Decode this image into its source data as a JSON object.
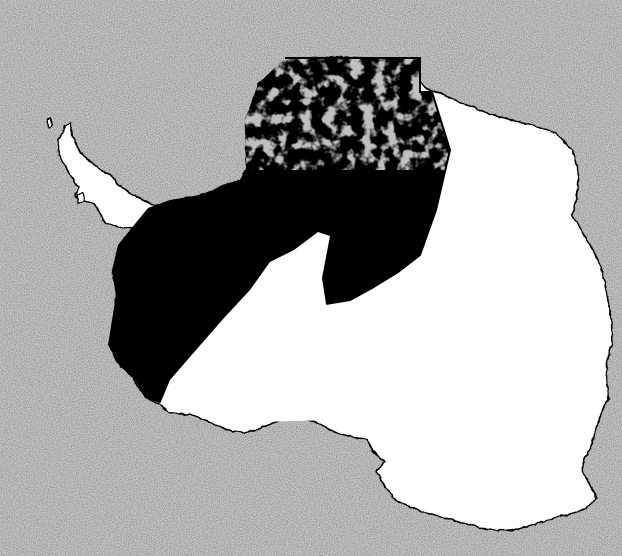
{
  "map": {
    "region": "Antarctica",
    "colors": {
      "background": "#c9c9c9",
      "land": "#ffffff",
      "coverage": "#000000",
      "coastline": "#000000",
      "background_noise_dark": "#8a8a8a"
    },
    "layers": [
      {
        "name": "ocean-background",
        "shown": true
      },
      {
        "name": "continent-landmass",
        "shown": true
      },
      {
        "name": "dark-coverage-region",
        "shown": true
      },
      {
        "name": "coastline",
        "shown": true
      }
    ]
  }
}
